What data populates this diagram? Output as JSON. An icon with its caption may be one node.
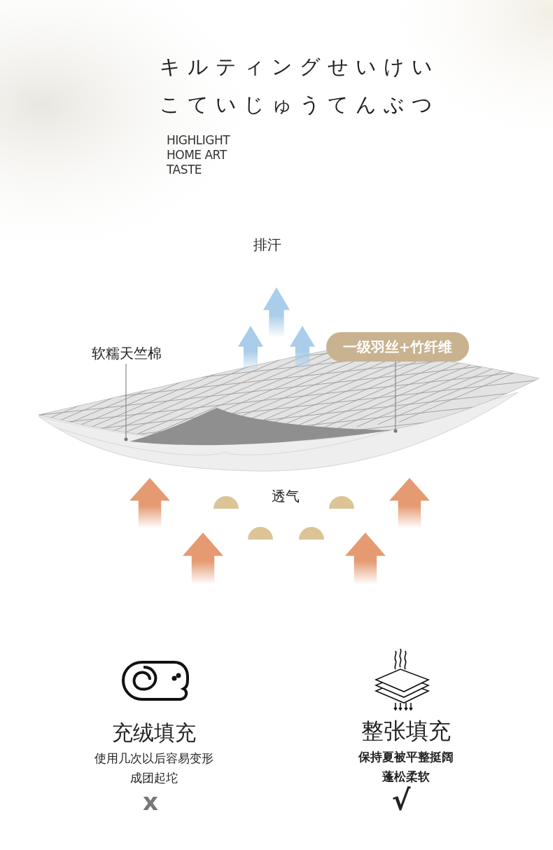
{
  "diagram": {
    "title": "キルティングせいけいこていじゅうてんぶつ",
    "nodes": [
      {
        "text": [
          "软糯天竺棉"
        ]
      },
      {
        "text": [
          "一级羽丝+竹纤维"
        ]
      }
    ],
    "edges": [
      {
        "from": 0,
        "to": null,
        "arrow": "none"
      },
      {
        "from": 1,
        "to": null,
        "arrow": "none"
      }
    ],
    "labels": [
      "HIGHLIGHT HOME ART TASTE",
      "排汗",
      "透气",
      "充绒填充",
      "使用几次以后容易变形成团起坨",
      "x",
      "整张填充",
      "保持夏被平整挺阔蓬松柔软",
      "√"
    ]
  }
}
